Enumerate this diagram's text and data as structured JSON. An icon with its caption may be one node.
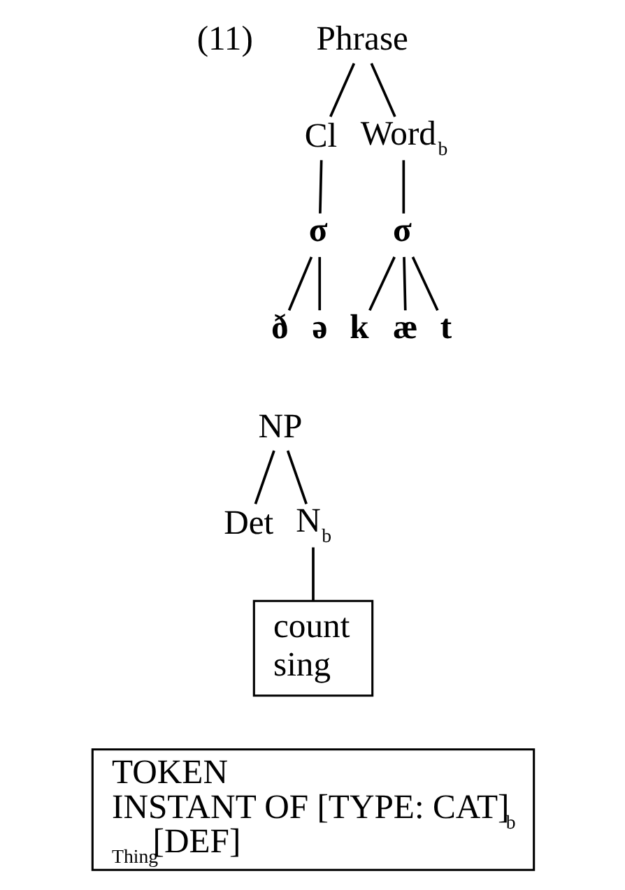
{
  "diagram": {
    "nodes": [
      {
        "text": [
          "Phrase"
        ]
      },
      {
        "text": [
          "Cl"
        ]
      },
      {
        "text": [
          "Word$_{b}$"
        ]
      },
      {
        "text": [
          "σ"
        ]
      },
      {
        "text": [
          "σ"
        ]
      },
      {
        "text": [
          "ð"
        ]
      },
      {
        "text": [
          "ə"
        ]
      },
      {
        "text": [
          "k"
        ]
      },
      {
        "text": [
          "æ"
        ]
      },
      {
        "text": [
          "t"
        ]
      },
      {
        "text": [
          "NP"
        ]
      },
      {
        "text": [
          "Det"
        ]
      },
      {
        "text": [
          "N$_{b}$"
        ]
      },
      {
        "text": [
          "count",
          "sing"
        ]
      },
      {
        "text": [
          "TOKEN",
          "INSTANT OF [TYPE: CAT]$_{b}$",
          "$_{Thing}$[DEF]"
        ]
      }
    ],
    "edges": [
      {
        "from": 0,
        "to": 1,
        "arrow": "none"
      },
      {
        "from": 0,
        "to": 2,
        "arrow": "none"
      },
      {
        "from": 1,
        "to": 3,
        "arrow": "none"
      },
      {
        "from": 2,
        "to": 4,
        "arrow": "none"
      },
      {
        "from": 3,
        "to": 5,
        "arrow": "none"
      },
      {
        "from": 3,
        "to": 6,
        "arrow": "none"
      },
      {
        "from": 4,
        "to": 7,
        "arrow": "none"
      },
      {
        "from": 4,
        "to": 8,
        "arrow": "none"
      },
      {
        "from": 4,
        "to": 9,
        "arrow": "none"
      },
      {
        "from": 10,
        "to": 11,
        "arrow": "none"
      },
      {
        "from": 10,
        "to": 12,
        "arrow": "none"
      },
      {
        "from": 12,
        "to": 13,
        "arrow": "none"
      }
    ],
    "labels": [
      "(11)"
    ]
  }
}
